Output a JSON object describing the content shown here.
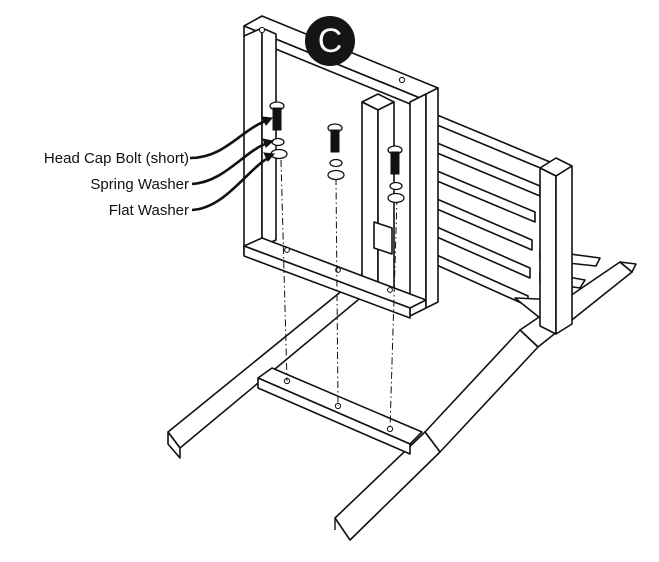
{
  "step": {
    "letter": "C"
  },
  "hardware_labels": {
    "head_cap_bolt": "Head Cap Bolt (short)",
    "spring_washer": "Spring Washer",
    "flat_washer": "Flat Washer"
  },
  "colors": {
    "line": "#111111",
    "badge": "#151515",
    "background": "#ffffff"
  }
}
